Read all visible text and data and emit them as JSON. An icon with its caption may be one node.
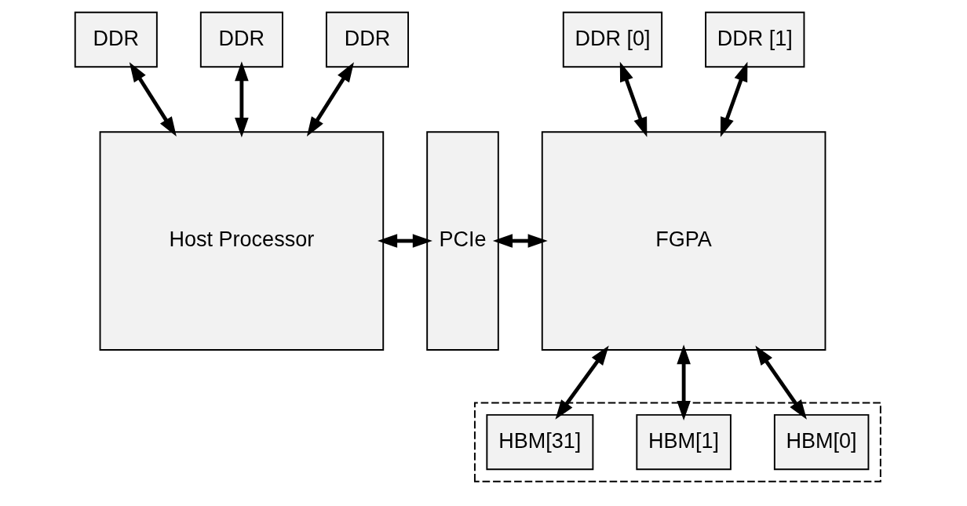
{
  "diagram": {
    "nodes": [
      {
        "text": [
          "DDR"
        ]
      },
      {
        "text": [
          "DDR"
        ]
      },
      {
        "text": [
          "DDR"
        ]
      },
      {
        "text": [
          "DDR [0]"
        ]
      },
      {
        "text": [
          "DDR [1]"
        ]
      },
      {
        "text": [
          "Host Processor"
        ]
      },
      {
        "text": [
          "PCIe"
        ]
      },
      {
        "text": [
          "FGPA"
        ]
      },
      {
        "text": [],
        "shape": "box"
      },
      {
        "text": [
          "HBM[0]"
        ],
        "in": 8
      },
      {
        "text": [
          "HBM[1]"
        ],
        "in": 8
      },
      {
        "text": [
          "HBM[31]"
        ],
        "in": 8
      }
    ],
    "edges": [
      {
        "from": 0,
        "to": 5,
        "arrow": "both"
      },
      {
        "from": 1,
        "to": 5,
        "arrow": "both"
      },
      {
        "from": 2,
        "to": 5,
        "arrow": "both"
      },
      {
        "from": 3,
        "to": 7,
        "arrow": "both"
      },
      {
        "from": 4,
        "to": 7,
        "arrow": "both"
      },
      {
        "from": 5,
        "to": 6,
        "arrow": "both"
      },
      {
        "from": 6,
        "to": 7,
        "arrow": "both"
      },
      {
        "from": 7,
        "to": 9,
        "arrow": "both"
      },
      {
        "from": 7,
        "to": 10,
        "arrow": "both"
      },
      {
        "from": 7,
        "to": 11,
        "arrow": "both"
      }
    ]
  }
}
